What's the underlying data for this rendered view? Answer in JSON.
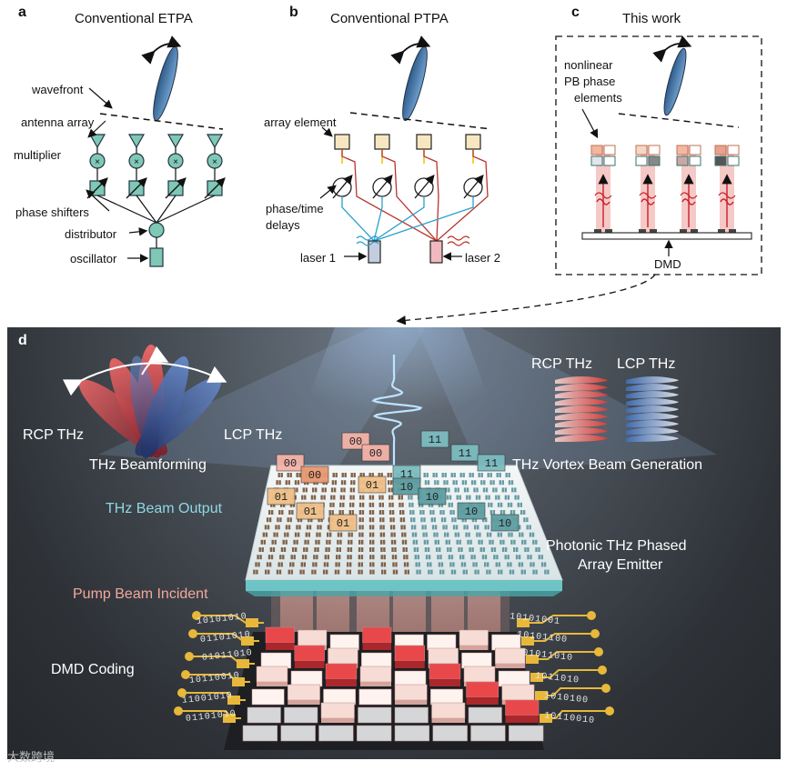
{
  "panel_a": {
    "tag": "a",
    "title": "Conventional ETPA",
    "labels": [
      "wavefront",
      "antenna array",
      "multiplier",
      "phase shifters",
      "distributor",
      "oscillator"
    ]
  },
  "panel_b": {
    "tag": "b",
    "title": "Conventional PTPA",
    "labels": [
      "array element",
      "phase/time",
      "delays",
      "laser 1",
      "laser 2"
    ]
  },
  "panel_c": {
    "tag": "c",
    "title": "This work",
    "labels": [
      "nonlinear",
      "PB phase",
      "elements",
      "DMD"
    ]
  },
  "panel_d": {
    "tag": "d",
    "labels": {
      "rcp": "RCP THz",
      "lcp": "LCP THz",
      "beamforming": "THz Beamforming",
      "rcp2": "RCP THz",
      "lcp2": "LCP THz",
      "vortex": "THz Vortex Beam Generation",
      "beam_output": "THz Beam Output",
      "emitter_1": "Photonic THz Phased",
      "emitter_2": "Array Emitter",
      "pump": "Pump Beam Incident",
      "dmd_coding": "DMD Coding"
    },
    "codes": [
      "00",
      "00",
      "00",
      "11",
      "11",
      "11",
      "00",
      "01",
      "11",
      "10",
      "01",
      "10",
      "01",
      "01",
      "10",
      "10"
    ],
    "bit_strings": [
      "10101010",
      "01101010",
      "01011010",
      "10110010",
      "11001010",
      "01101010",
      "10101001",
      "10101100",
      "01011010",
      "1011010",
      "1010100",
      "10110010"
    ],
    "colors": {
      "rcp": "#e0453f",
      "lcp": "#3b6db0",
      "teal": "#7fc8bf",
      "pump": "#f1a79b"
    }
  },
  "watermark": "大数跨境"
}
